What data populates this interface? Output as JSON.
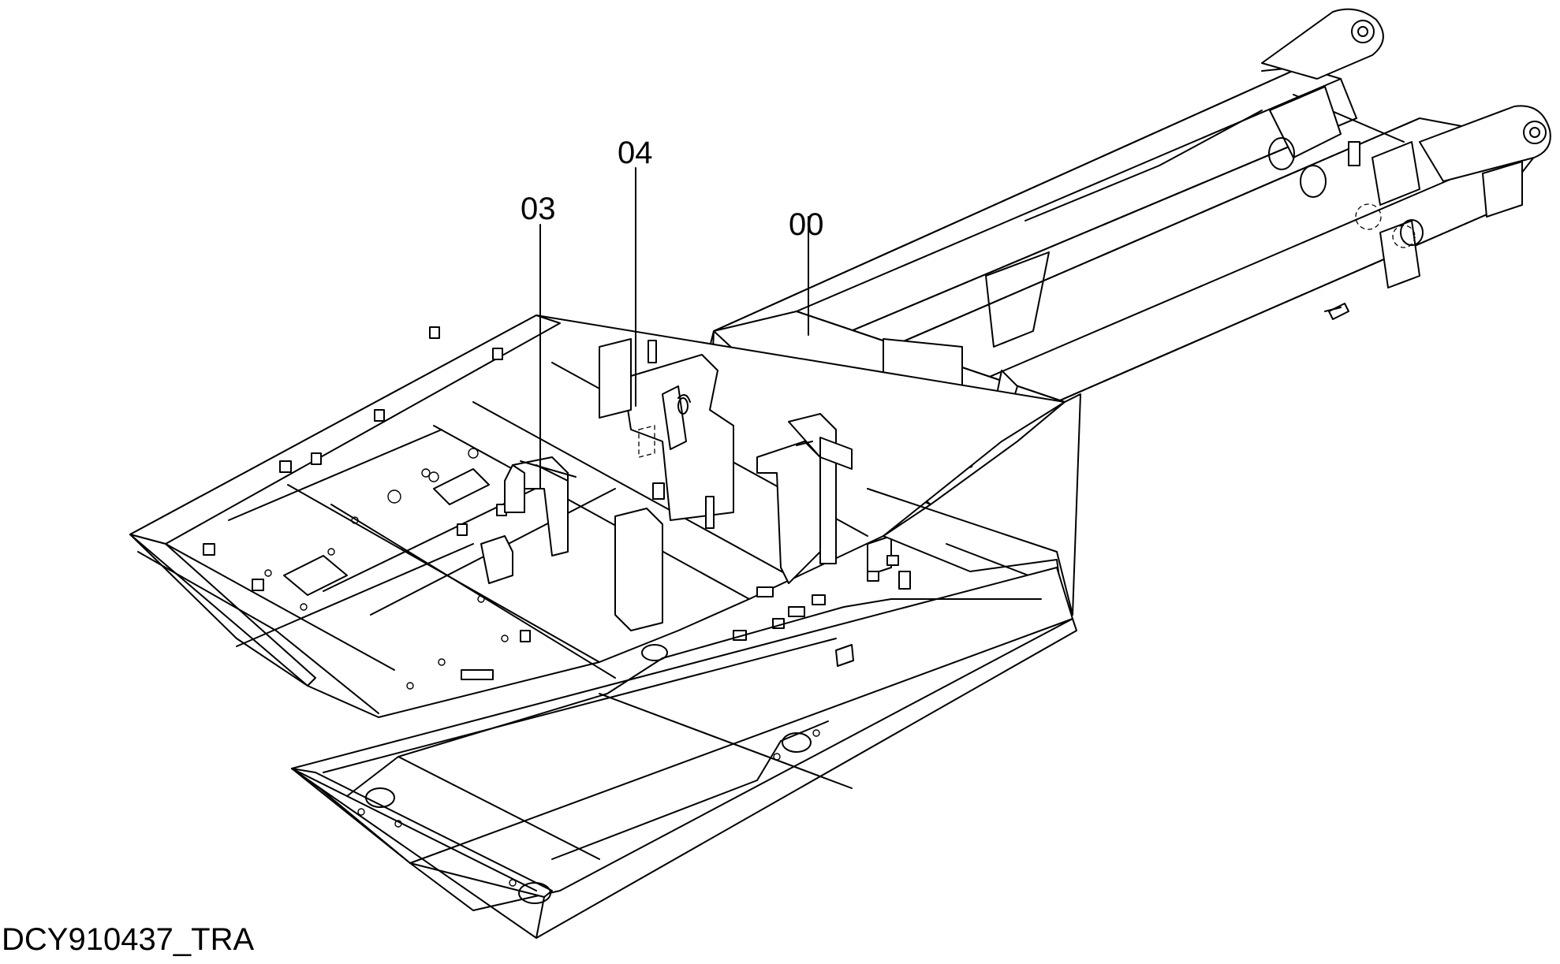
{
  "callouts": {
    "c00": "00",
    "c03": "03",
    "c04": "04"
  },
  "drawing_id": "DCY910437_TRA"
}
